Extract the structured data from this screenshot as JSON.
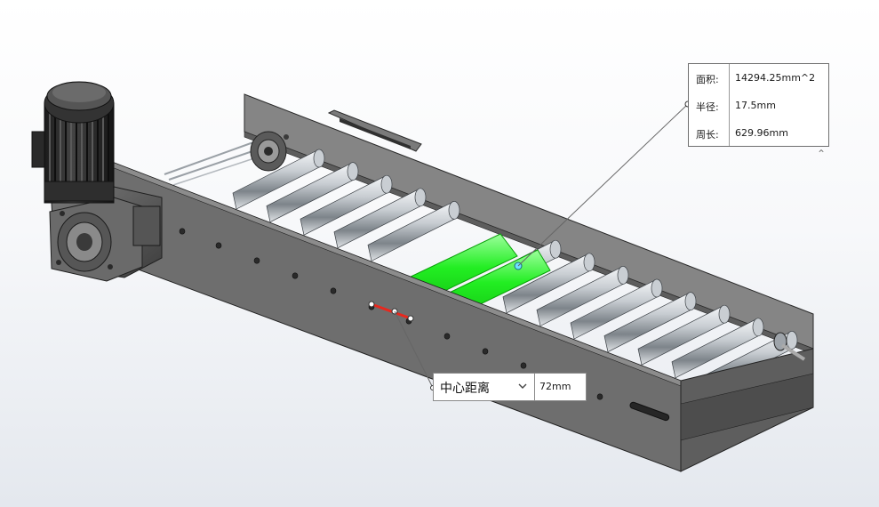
{
  "measure": {
    "rows": [
      {
        "label": "面积:",
        "value": "14294.25mm^2"
      },
      {
        "label": "半径:",
        "value": "17.5mm"
      },
      {
        "label": "周长:",
        "value": "629.96mm"
      }
    ],
    "collapse_icon": "chevron-up-icon"
  },
  "distance": {
    "type_label": "中心距离",
    "value": "72mm",
    "dropdown_icon": "chevron-down-icon"
  },
  "colors": {
    "frame": "#6e6e6e",
    "frame_dark": "#4f4f4f",
    "roller": "#c4c8cc",
    "highlight": "#22ee22",
    "distance_line": "#e8281e"
  }
}
